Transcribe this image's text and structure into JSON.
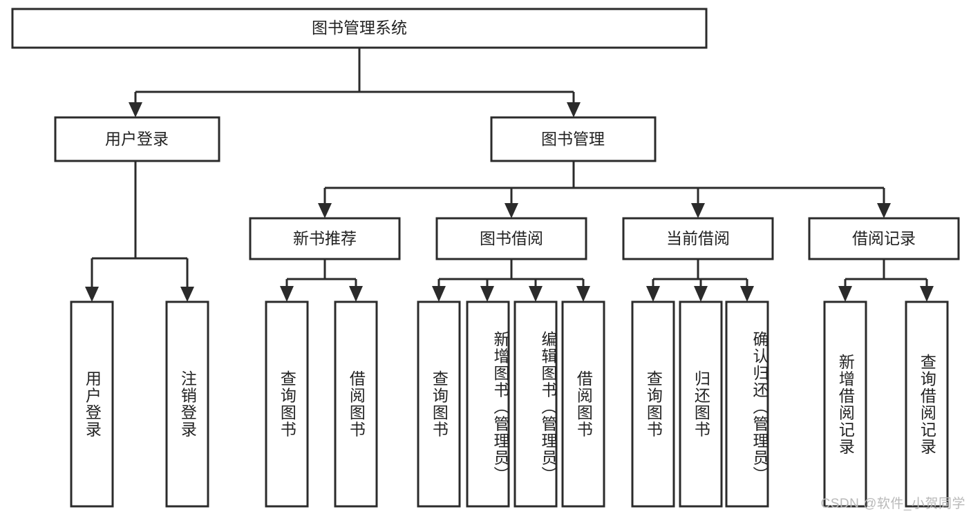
{
  "diagram": {
    "type": "tree",
    "title": "图书管理系统",
    "watermark": "CSDN @软件_小贺同学",
    "root": {
      "id": "root",
      "label": "图书管理系统",
      "orientation": "horizontal"
    },
    "level2": [
      {
        "id": "user-login",
        "label": "用户登录",
        "orientation": "horizontal"
      },
      {
        "id": "book-manage",
        "label": "图书管理",
        "orientation": "horizontal"
      }
    ],
    "level3": [
      {
        "id": "new-book-recommend",
        "label": "新书推荐",
        "parent": "book-manage",
        "orientation": "horizontal"
      },
      {
        "id": "book-borrow",
        "label": "图书借阅",
        "parent": "book-manage",
        "orientation": "horizontal"
      },
      {
        "id": "current-borrow",
        "label": "当前借阅",
        "parent": "book-manage",
        "orientation": "horizontal"
      },
      {
        "id": "borrow-record",
        "label": "借阅记录",
        "parent": "book-manage",
        "orientation": "horizontal"
      }
    ],
    "leaves": [
      {
        "id": "leaf-user-login",
        "label": "用户登录",
        "parent": "user-login",
        "orientation": "vertical"
      },
      {
        "id": "leaf-user-logout",
        "label": "注销登录",
        "parent": "user-login",
        "orientation": "vertical"
      },
      {
        "id": "leaf-query-book-1",
        "label": "查询图书",
        "parent": "new-book-recommend",
        "orientation": "vertical"
      },
      {
        "id": "leaf-borrow-book-1",
        "label": "借阅图书",
        "parent": "new-book-recommend",
        "orientation": "vertical"
      },
      {
        "id": "leaf-query-book-2",
        "label": "查询图书",
        "parent": "book-borrow",
        "orientation": "vertical"
      },
      {
        "id": "leaf-add-book",
        "label": "新增图书（管理员）",
        "parent": "book-borrow",
        "orientation": "vertical"
      },
      {
        "id": "leaf-edit-book",
        "label": "编辑图书（管理员）",
        "parent": "book-borrow",
        "orientation": "vertical"
      },
      {
        "id": "leaf-borrow-book-2",
        "label": "借阅图书",
        "parent": "book-borrow",
        "orientation": "vertical"
      },
      {
        "id": "leaf-query-book-3",
        "label": "查询图书",
        "parent": "current-borrow",
        "orientation": "vertical"
      },
      {
        "id": "leaf-return-book",
        "label": "归还图书",
        "parent": "current-borrow",
        "orientation": "vertical"
      },
      {
        "id": "leaf-confirm-return",
        "label": "确认归还（管理员）",
        "parent": "current-borrow",
        "orientation": "vertical"
      },
      {
        "id": "leaf-add-record",
        "label": "新增借阅记录",
        "parent": "borrow-record",
        "orientation": "vertical"
      },
      {
        "id": "leaf-query-record",
        "label": "查询借阅记录",
        "parent": "borrow-record",
        "orientation": "vertical"
      }
    ],
    "colors": {
      "stroke": "#2b2b2b",
      "fill": "#ffffff",
      "text": "#222222",
      "watermark": "#b9b9b9"
    }
  }
}
